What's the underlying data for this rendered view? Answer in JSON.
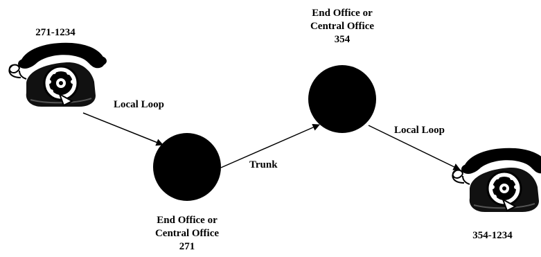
{
  "colors": {
    "background": "#ffffff",
    "ink": "#000000",
    "office_fill": "#000000"
  },
  "icons": [
    "telephone-icon",
    "telephone-icon"
  ],
  "caller_phone": {
    "number": "271-1234"
  },
  "callee_phone": {
    "number": "354-1234"
  },
  "office_271": {
    "line1": "End Office or",
    "line2": "Central Office",
    "line3": "271"
  },
  "office_354": {
    "line1": "End Office or",
    "line2": "Central Office",
    "line3": "354"
  },
  "links": {
    "local_loop_left": "Local Loop",
    "trunk": "Trunk",
    "local_loop_right": "Local Loop"
  }
}
